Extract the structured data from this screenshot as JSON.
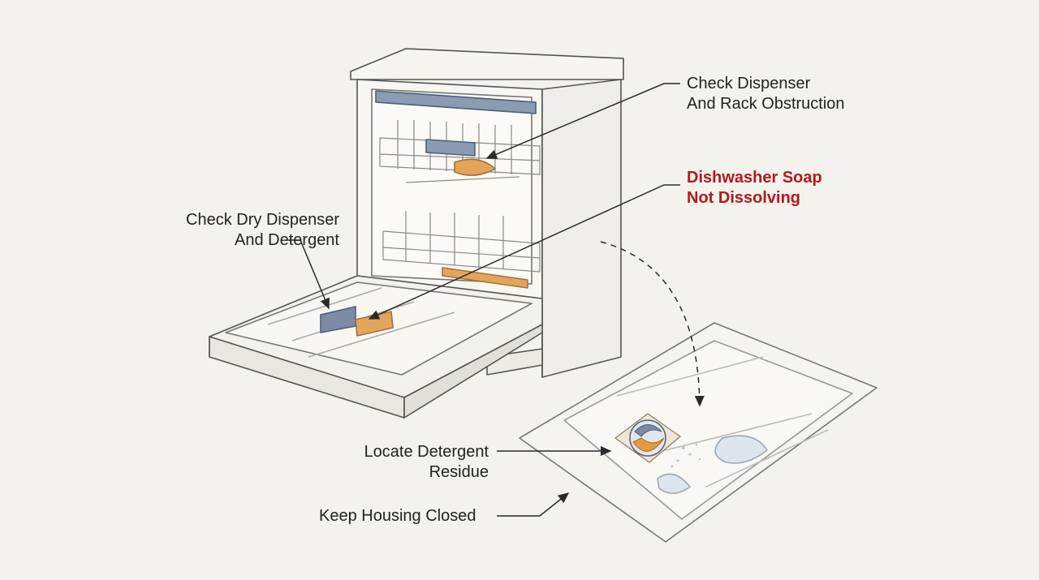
{
  "labels": {
    "dispenser_rack": "Check Dispenser\nAnd Rack Obstruction",
    "problem": "Dishwasher Soap\nNot Dissolving",
    "dry_dispenser": "Check Dry Dispenser\nAnd Detergent",
    "residue": "Locate Detergent\nResidue",
    "housing": "Keep Housing Closed"
  },
  "colors": {
    "background": "#f3f2ec",
    "line": "#4a4a4a",
    "warning_text": "#b3191f",
    "detergent_orange": "#e3a55a",
    "dispenser_blue": "#7b8ca6"
  },
  "icons": [
    "dishwasher-illustration",
    "detergent-pod-icon",
    "dispenser-icon"
  ]
}
